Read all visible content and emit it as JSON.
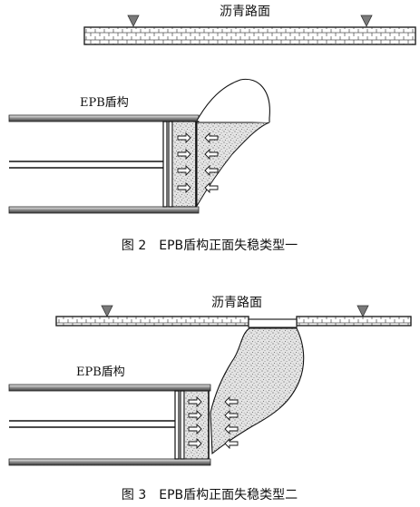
{
  "figure2": {
    "road_label": "沥青路面",
    "shield_label": "EPB盾构",
    "caption": "图 2　EPB盾构正面失稳类型一"
  },
  "figure3": {
    "road_label": "沥青路面",
    "shield_label": "EPB盾构",
    "caption": "图 3　EPB盾构正面失稳类型二"
  }
}
